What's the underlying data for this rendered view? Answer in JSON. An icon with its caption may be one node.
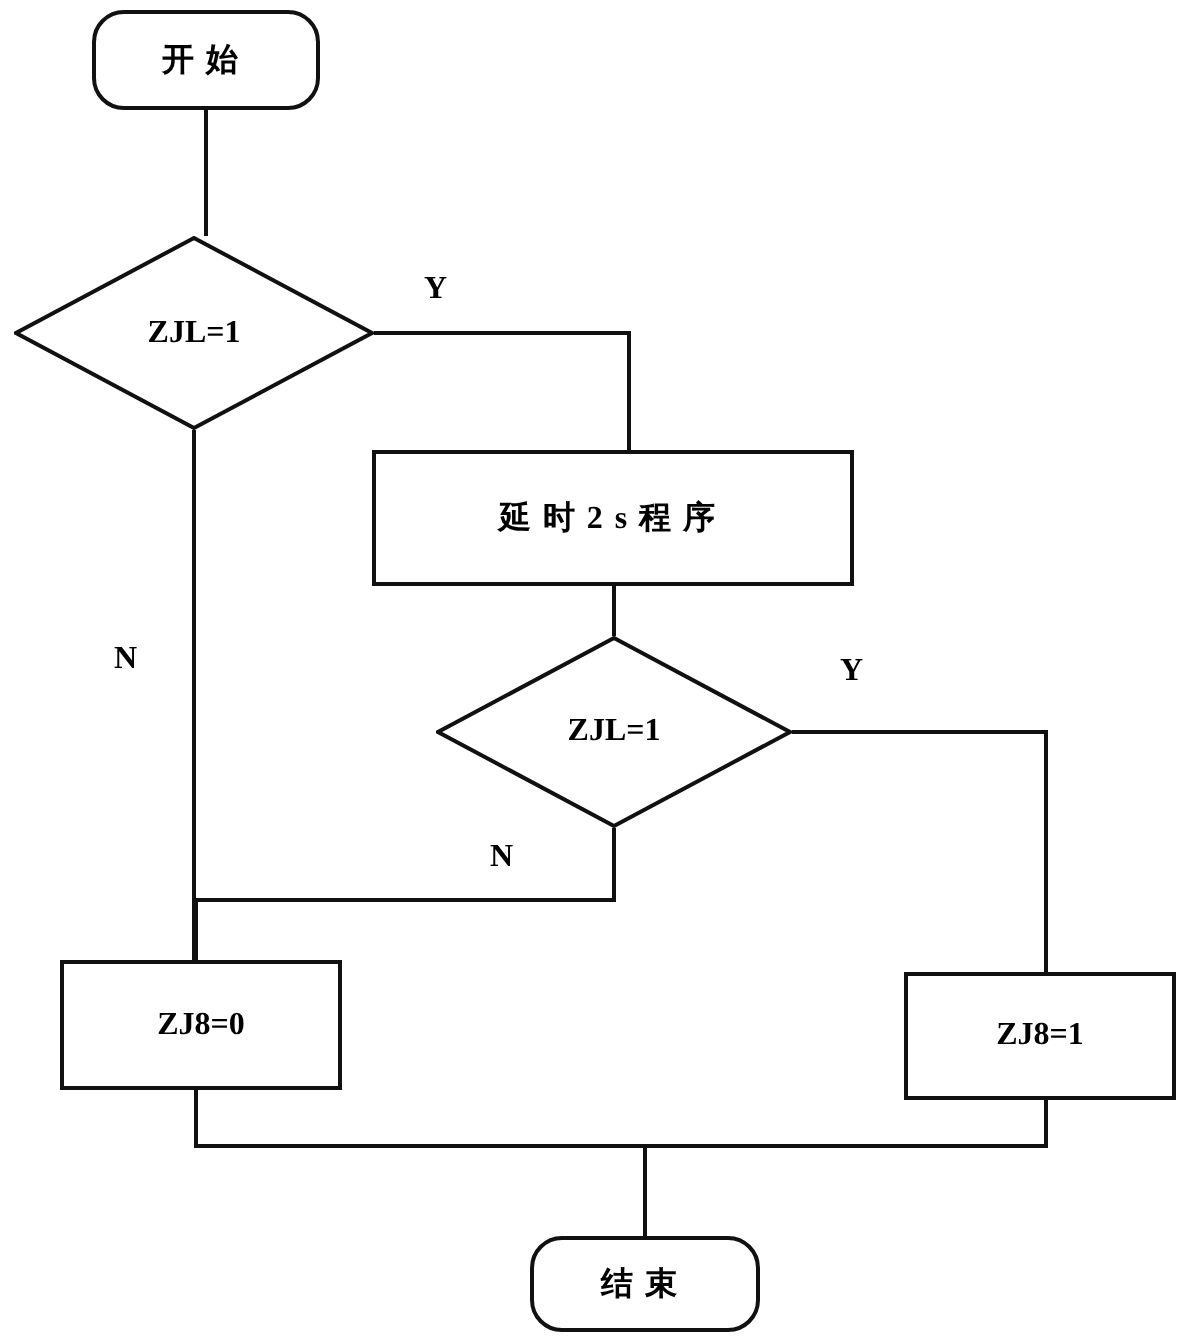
{
  "diagram": {
    "nodes": [
      {
        "text": [
          "开始"
        ]
      },
      {
        "text": [
          "ZJL=1"
        ]
      },
      {
        "text": [
          "延时2s程序"
        ]
      },
      {
        "text": [
          "ZJL=1"
        ]
      },
      {
        "text": [
          "ZJ8=0"
        ]
      },
      {
        "text": [
          "ZJ8=1"
        ]
      },
      {
        "text": [
          "结束"
        ]
      }
    ],
    "edges": [
      {
        "from": 0,
        "to": 1,
        "arrow": "none"
      },
      {
        "from": 1,
        "to": 2,
        "arrow": "none",
        "label": "Y"
      },
      {
        "from": 2,
        "to": 3,
        "arrow": "none"
      },
      {
        "from": 1,
        "to": 4,
        "arrow": "none",
        "label": "N"
      },
      {
        "from": 3,
        "to": 4,
        "arrow": "none",
        "label": "N"
      },
      {
        "from": 3,
        "to": 5,
        "arrow": "none",
        "label": "Y"
      },
      {
        "from": 4,
        "to": 6,
        "arrow": "none"
      },
      {
        "from": 5,
        "to": 6,
        "arrow": "none"
      }
    ]
  }
}
